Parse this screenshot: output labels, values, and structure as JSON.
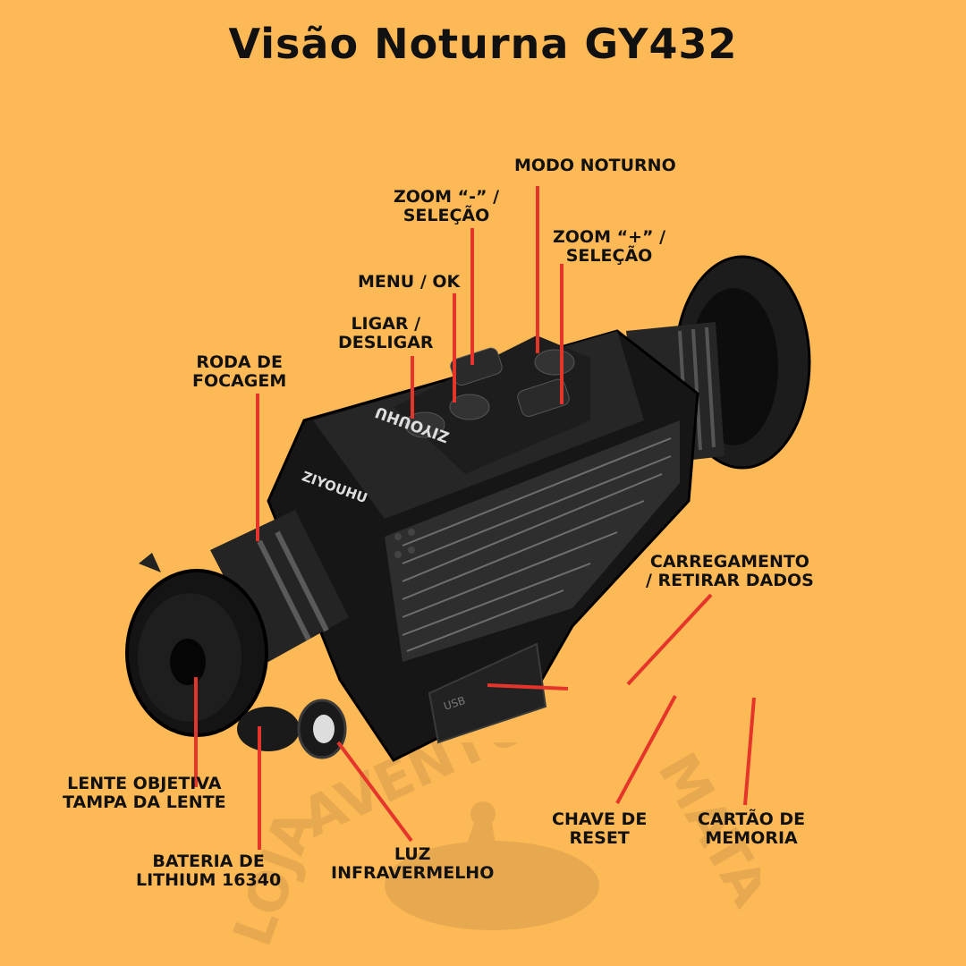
{
  "title": "Visão Noturna GY432",
  "brand_mark": "ZIYOUHU",
  "usb_port_label": "USB",
  "watermark_text": "LOJA AVENTURA NA MATA",
  "colors": {
    "background": "#FDB955",
    "callout_line": "#E5352B",
    "text": "#111111",
    "device": "#1A1A1A"
  },
  "labels": {
    "modo_noturno": [
      "Modo Noturno"
    ],
    "zoom_minus": [
      "Zoom “-” /",
      "Seleção"
    ],
    "zoom_plus": [
      "Zoom “+” /",
      "Seleção"
    ],
    "menu_ok": [
      "Menu / OK"
    ],
    "ligar": [
      "Ligar /",
      "Desligar"
    ],
    "roda": [
      "Roda de",
      "Focagem"
    ],
    "carregamento": [
      "Carregamento",
      "/ Retirar Dados"
    ],
    "lente": [
      "Lente Objetiva",
      "Tampa da Lente"
    ],
    "chave": [
      "Chave de",
      "Reset"
    ],
    "cartao": [
      "Cartão de",
      "Memoria"
    ],
    "bateria": [
      "Bateria de",
      "Lithium 16340"
    ],
    "luz": [
      "Luz",
      "Infravermelho"
    ]
  }
}
